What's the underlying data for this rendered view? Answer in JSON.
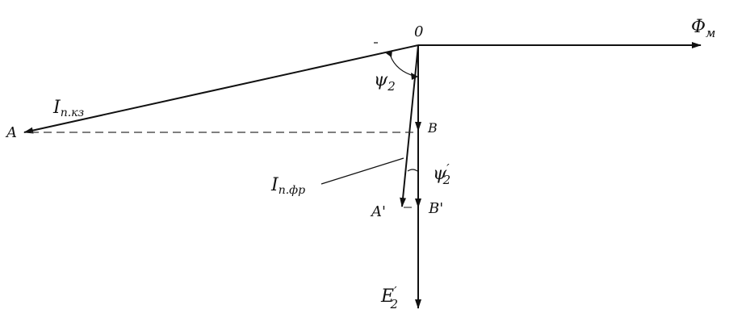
{
  "diagram": {
    "points": {
      "origin": "0",
      "A": "A",
      "B": "B",
      "A_prime": "A'",
      "B_prime": "B'"
    },
    "vectors": {
      "flux": {
        "symbol": "Φ",
        "subscript": "м"
      },
      "emf": {
        "symbol": "E",
        "subscript": "2",
        "prime": "′"
      },
      "short_circuit_current": {
        "symbol": "I",
        "subscript": "п.кз"
      },
      "operating_current": {
        "symbol": "I",
        "subscript": "п.фр"
      }
    },
    "angles": {
      "psi2": {
        "symbol": "ψ",
        "subscript": "2"
      },
      "psi2_prime": {
        "symbol": "ψ",
        "subscript": "2",
        "prime": "′"
      }
    }
  }
}
